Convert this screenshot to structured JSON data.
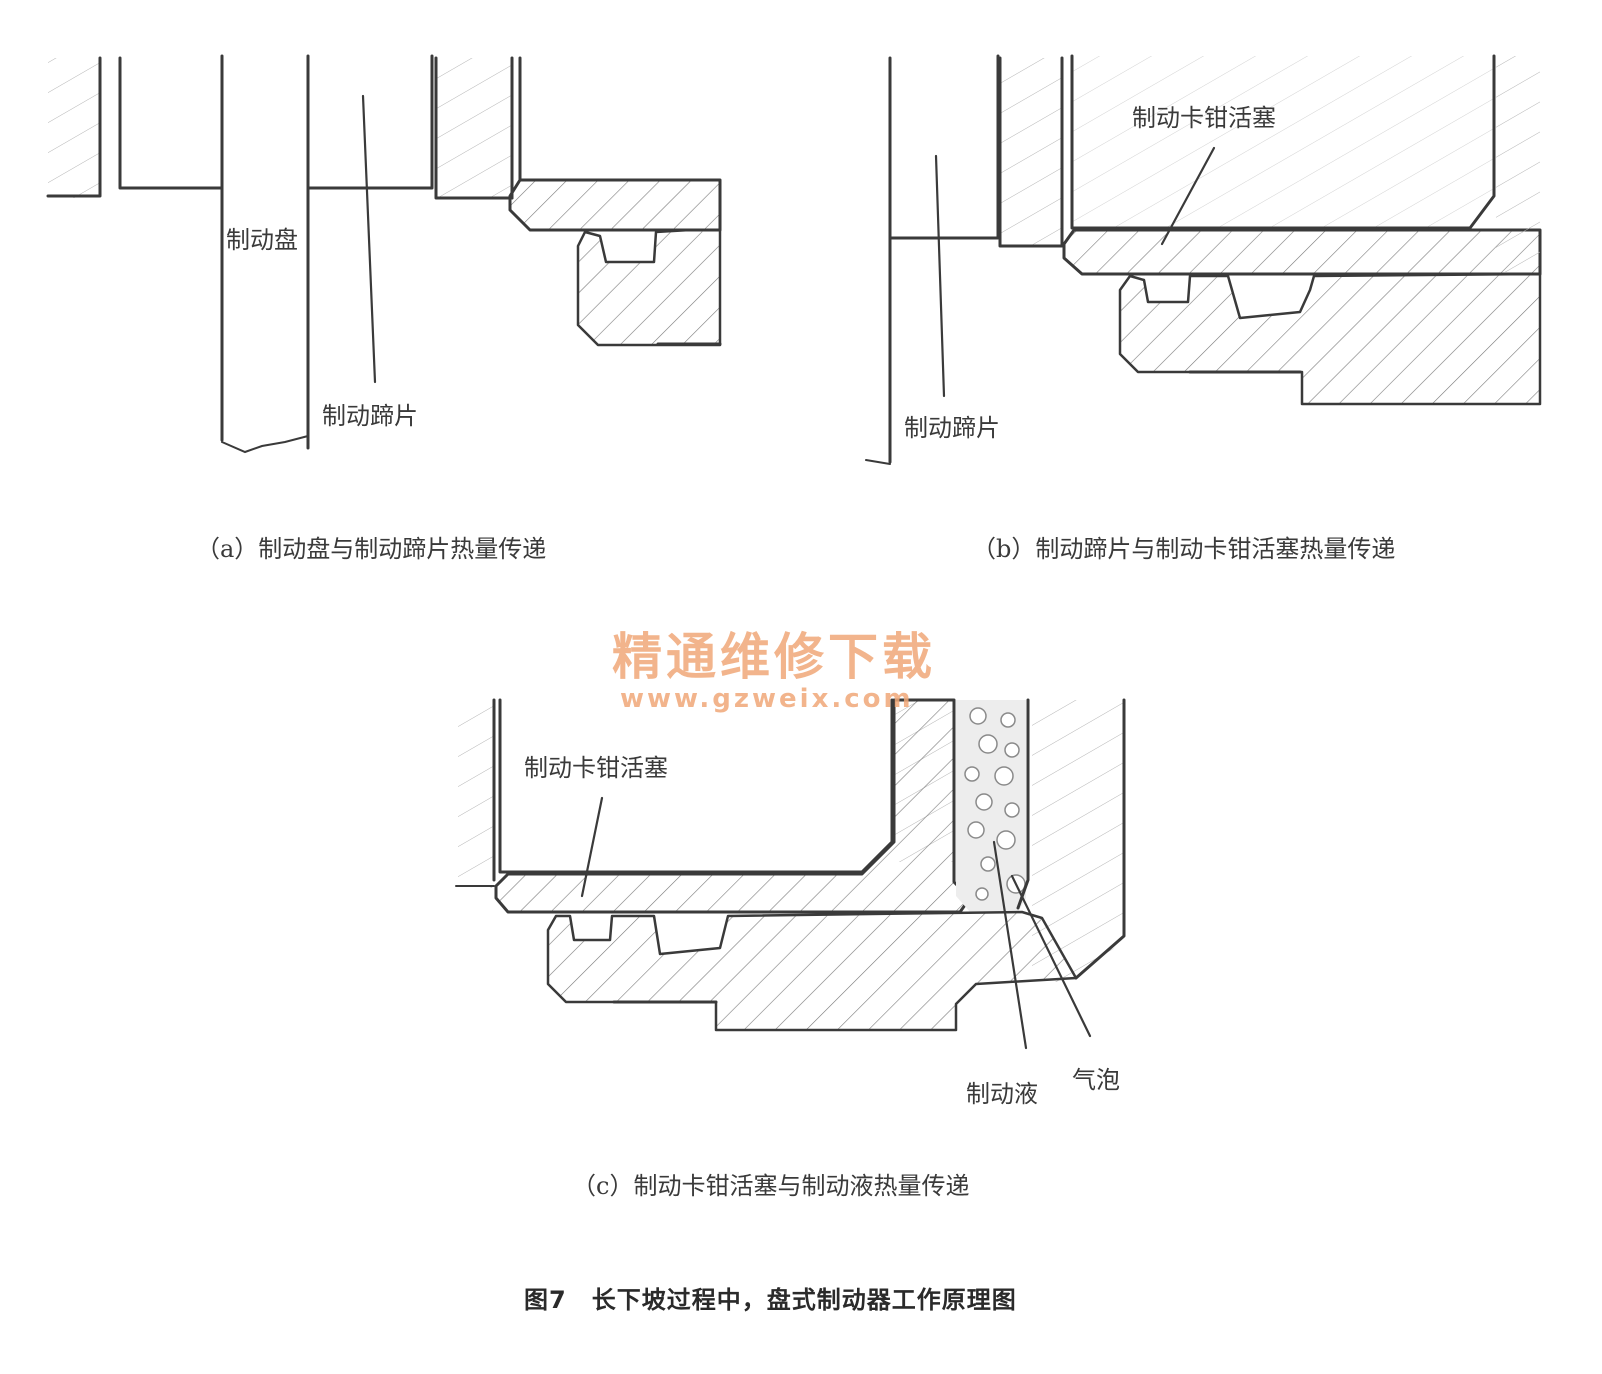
{
  "panel_a": {
    "label_disc": "制动盘",
    "label_pad": "制动蹄片",
    "caption": "（a）制动盘与制动蹄片热量传递"
  },
  "panel_b": {
    "label_piston": "制动卡钳活塞",
    "label_pad": "制动蹄片",
    "caption": "（b）制动蹄片与制动卡钳活塞热量传递"
  },
  "panel_c": {
    "label_piston": "制动卡钳活塞",
    "label_fluid": "制动液",
    "label_bubble": "气泡",
    "caption": "（c）制动卡钳活塞与制动液热量传递"
  },
  "figure_title": "图7　长下坡过程中，盘式制动器工作原理图",
  "watermark": {
    "main": "精通维修下载",
    "sub": "www.gzweix.com"
  },
  "colors": {
    "line": "#3a3a3a",
    "watermark": "#f0a878"
  }
}
